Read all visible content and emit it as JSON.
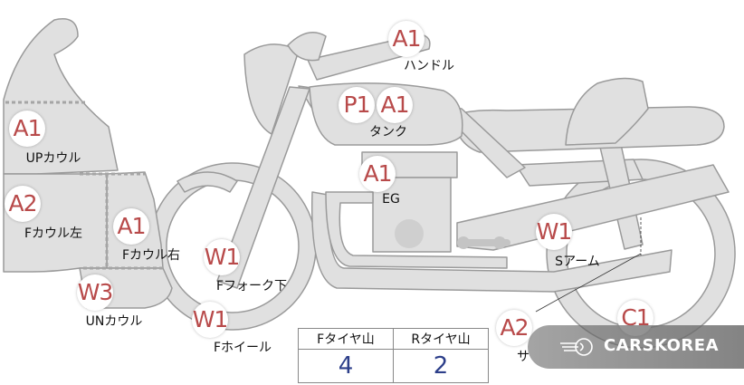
{
  "badges": [
    {
      "code": "A1",
      "part": "handle"
    },
    {
      "code": "P1",
      "part": "tank"
    },
    {
      "code": "A1",
      "part": "tank"
    },
    {
      "code": "A1",
      "part": "engine"
    },
    {
      "code": "A1",
      "part": "upper-cowl"
    },
    {
      "code": "A2",
      "part": "front-cowl-left"
    },
    {
      "code": "A1",
      "part": "front-cowl-right"
    },
    {
      "code": "W1",
      "part": "front-fork-lower"
    },
    {
      "code": "W3",
      "part": "under-cowl"
    },
    {
      "code": "W1",
      "part": "front-wheel"
    },
    {
      "code": "W1",
      "part": "swing-arm"
    },
    {
      "code": "A2",
      "part": "side"
    },
    {
      "code": "C1",
      "part": "rear"
    }
  ],
  "labels": {
    "handle": "ハンドル",
    "tank": "タンク",
    "engine": "EG",
    "upper_cowl": "UPカウル",
    "front_cowl_left": "Fカウル左",
    "front_cowl_right": "Fカウル右",
    "front_fork_lower": "Fフォーク下",
    "under_cowl": "UNカウル",
    "front_wheel": "Fホイール",
    "swing_arm": "Sアーム",
    "side_partial": "サ"
  },
  "tread": {
    "front_label": "Fタイヤ山",
    "rear_label": "Rタイヤ山",
    "front_value": "4",
    "rear_value": "2"
  },
  "watermark": {
    "text": "CARSKOREA",
    "icon": "carskorea-logo-icon"
  },
  "colors": {
    "badge_text": "#b84a4a",
    "tread_value": "#2d3f8a",
    "part_fill": "#e0e0e0",
    "part_stroke": "#9a9a9a"
  }
}
